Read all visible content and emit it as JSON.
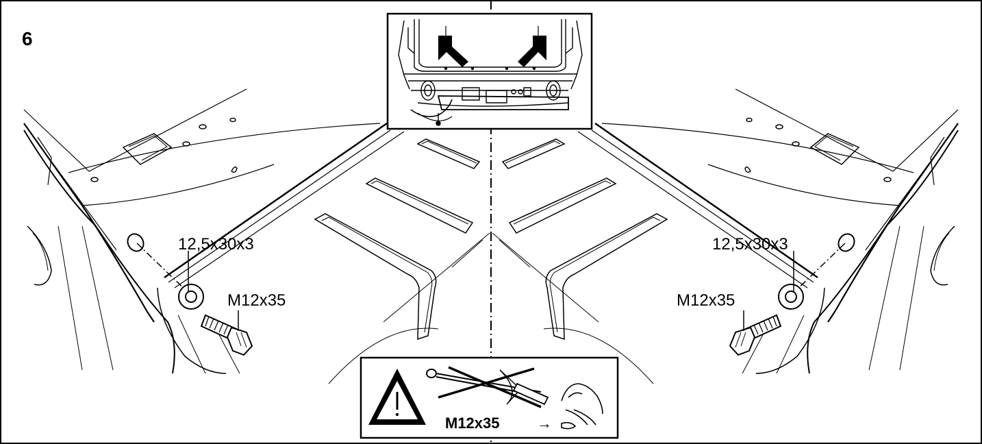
{
  "step_number": "6",
  "left_view": {
    "washer_label": "12,5x30x3",
    "bolt_label": "M12x35"
  },
  "right_view": {
    "washer_label": "12,5x30x3",
    "bolt_label": "M12x35"
  },
  "warning_box": {
    "bolt_label": "M12x35",
    "arrow": "→",
    "icons": [
      "warning-triangle-icon",
      "torque-wrench-crossed-icon",
      "hand-tighten-icon"
    ]
  },
  "inset": {
    "icons": [
      "arrow-down-right-icon",
      "arrow-down-left-icon"
    ]
  }
}
